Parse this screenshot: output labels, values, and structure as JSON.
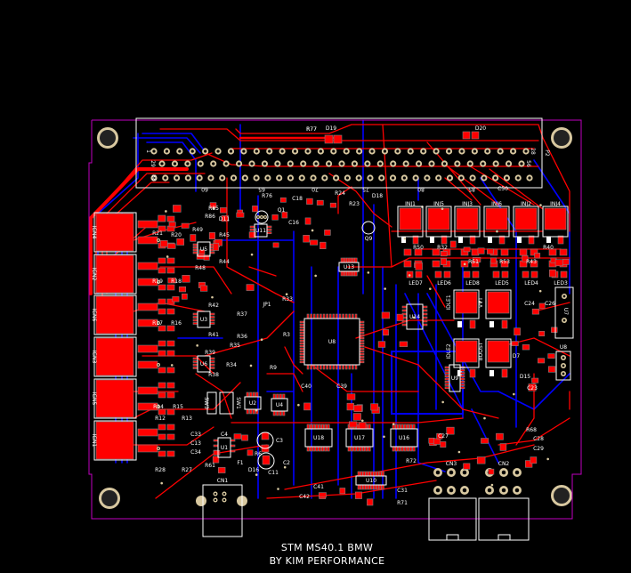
{
  "board": {
    "title_line1": "STM MS40.1 BMW",
    "title_line2": "BY KIM PERFORMANCE",
    "colors": {
      "background": "#000000",
      "top_copper": "#ff0000",
      "bottom_copper": "#0000ff",
      "outline": "#c000c0",
      "silkscreen": "#ffffff",
      "pad": "#d8c8a0",
      "bottom_silk": "#00a000"
    }
  },
  "connector": {
    "name": "P2",
    "pin_labels": [
      "1",
      "28",
      "29",
      "56",
      "88",
      "60",
      "65",
      "70",
      "75",
      "80",
      "85"
    ]
  },
  "ignition": [
    "IGN4",
    "IGN2",
    "IGN6",
    "IGN3",
    "IGN5",
    "IGN1"
  ],
  "injectors": [
    "INJ1",
    "INJ5",
    "INJ3",
    "INJ6",
    "INJ2",
    "INJ4"
  ],
  "leds": [
    "LED7",
    "LED6",
    "LED8",
    "LED5",
    "LED4",
    "LED3"
  ],
  "outputs": [
    "IDLE1",
    "VVT",
    "IDLE2",
    "BOOST"
  ],
  "ics": [
    "U8",
    "U13",
    "U14",
    "U7",
    "U6",
    "U3",
    "U5",
    "U11",
    "U2",
    "U4",
    "U1",
    "U18",
    "U17",
    "U16",
    "U10",
    "U9",
    "Q9",
    "Q1",
    "D19",
    "D20",
    "D18",
    "D7",
    "D15",
    "D11",
    "D16",
    "SW1",
    "SW3",
    "CN1",
    "CN2",
    "CN3",
    "F1",
    "JP1"
  ],
  "resistors": [
    "R77",
    "R76",
    "R24",
    "R23",
    "R85",
    "R86",
    "R49",
    "R45",
    "R44",
    "R48",
    "R20",
    "R21",
    "R18",
    "R19",
    "R42",
    "R37",
    "R41",
    "R36",
    "R16",
    "R17",
    "R35",
    "R39",
    "R34",
    "R38",
    "R15",
    "R14",
    "R13",
    "R12",
    "R27",
    "R28",
    "R50",
    "R32",
    "R51",
    "R53",
    "R43",
    "R40",
    "R68",
    "R71",
    "R72",
    "R61",
    "R6",
    "R3",
    "R9",
    "R33"
  ],
  "capacitors": [
    "C18",
    "C16",
    "C40",
    "C39",
    "C4",
    "C33",
    "C13",
    "C34",
    "C11",
    "C3",
    "C2",
    "C27",
    "C28",
    "C29",
    "C31",
    "C24",
    "C26",
    "C23",
    "C41",
    "C42",
    "C50"
  ]
}
